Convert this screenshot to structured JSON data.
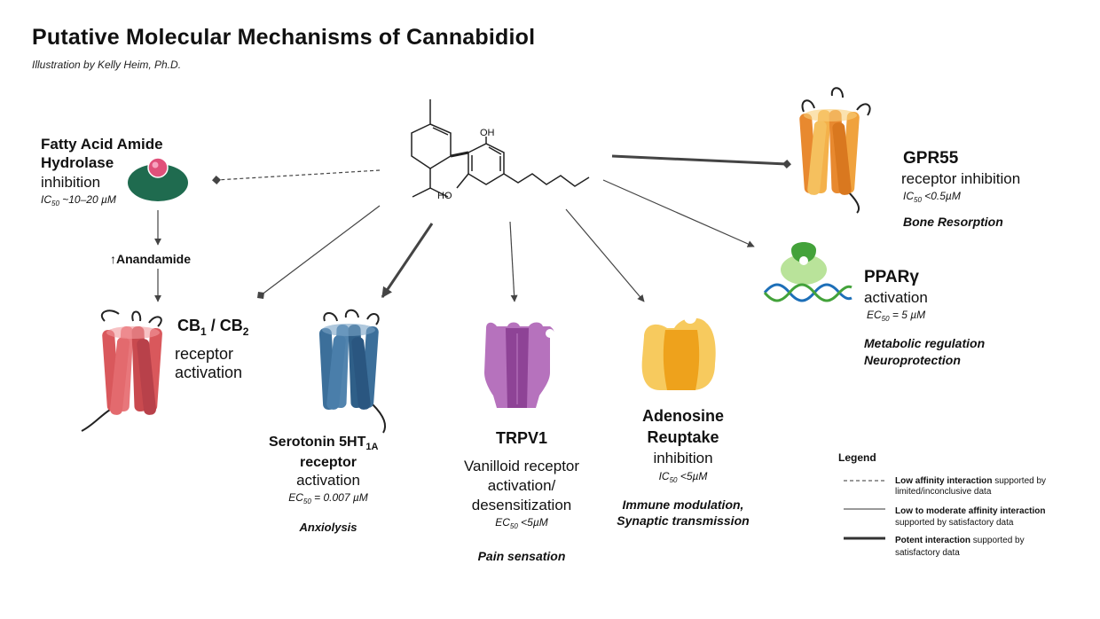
{
  "title": "Putative Molecular Mechanisms of Cannabidiol",
  "credit": "Illustration by Kelly Heim, Ph.D.",
  "molecule": {
    "oh_label": "OH",
    "ho_label": "HO"
  },
  "faah": {
    "name_line1": "Fatty Acid Amide",
    "name_line2": "Hydrolase",
    "action": "inhibition",
    "value_prefix": "IC",
    "value_sub": "50",
    "value_rest": " ~10–20 µM",
    "downstream": "↑Anandamide"
  },
  "cb": {
    "name_a": "CB",
    "sub_a": "1",
    "mid": " / CB",
    "sub_b": "2",
    "action_line1": "receptor",
    "action_line2": "activation"
  },
  "serotonin": {
    "name_line1": "Serotonin 5HT",
    "name_sub": "1A",
    "name_line2": "receptor",
    "action": "activation",
    "value_prefix": "EC",
    "value_sub": "50",
    "value_rest": " = 0.007 µM",
    "effect": "Anxiolysis"
  },
  "trpv1": {
    "name": "TRPV1",
    "action_line1": "Vanilloid receptor",
    "action_line2": "activation/",
    "action_line3": "desensitization",
    "value_prefix": "EC",
    "value_sub": "50",
    "value_rest": " <5µM",
    "effect": "Pain sensation"
  },
  "adenosine": {
    "name_line1": "Adenosine",
    "name_line2": "Reuptake",
    "action": "inhibition",
    "value_prefix": "IC",
    "value_sub": "50",
    "value_rest": " <5µM",
    "effect_line1": "Immune modulation,",
    "effect_line2": "Synaptic transmission"
  },
  "gpr55": {
    "name": "GPR55",
    "action": "receptor inhibition",
    "value_prefix": "IC",
    "value_sub": "50",
    "value_rest": " <0.5µM",
    "effect": "Bone Resorption"
  },
  "ppar": {
    "name": "PPARγ",
    "action": "activation",
    "value_prefix": "EC",
    "value_sub": "50",
    "value_rest": " = 5 µM",
    "effect_line1": "Metabolic regulation",
    "effect_line2": "Neuroprotection"
  },
  "legend": {
    "title": "Legend",
    "items": [
      {
        "bold": "Low affinity interaction",
        "rest": " supported by",
        "line2": "limited/inconclusive data"
      },
      {
        "bold": "Low to moderate affinity interaction",
        "rest": "",
        "line2": "supported by satisfactory data"
      },
      {
        "bold": "Potent interaction",
        "rest": " supported by",
        "line2": "satisfactory data"
      }
    ]
  },
  "colors": {
    "cb_receptor": "#d9585c",
    "serotonin_receptor": "#3c6f9a",
    "trpv1_channel": "#a660ad",
    "adenosine_transporter": "#f2b531",
    "gpr55_receptor": "#f0a23d",
    "ppar_green": "#43a23a",
    "faah_body": "#1f6b4f",
    "faah_ball": "#e0507a",
    "arrow": "#444444"
  }
}
